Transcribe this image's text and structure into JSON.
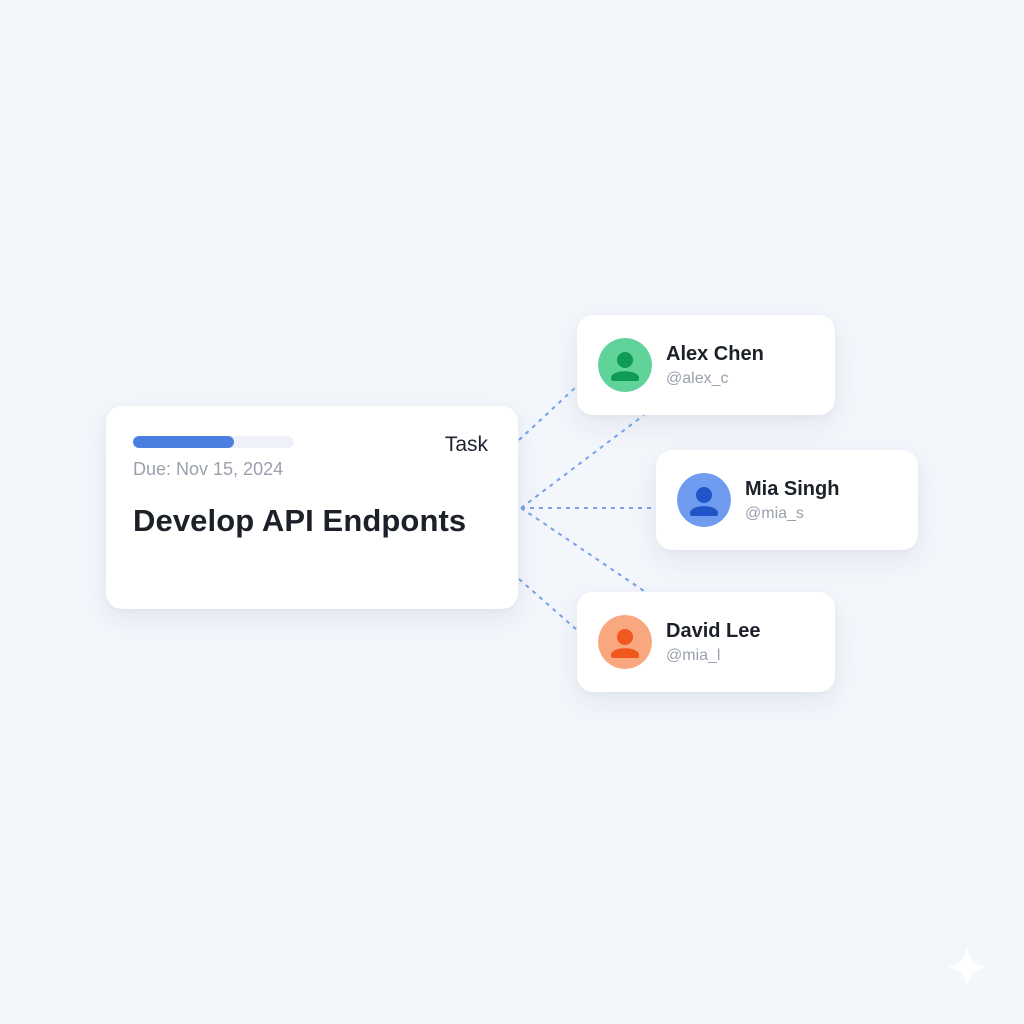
{
  "colors": {
    "background": "#f3f6fb",
    "accent": "#4a7fe0",
    "connector": "#7aa2e8"
  },
  "task": {
    "tag": "Task",
    "due": "Due: Nov 15, 2024",
    "title": "Develop API Endponts",
    "progress": 0.63
  },
  "assignees": [
    {
      "name": "Alex Chen",
      "handle": "@alex_c",
      "avatar_icon": "user-icon",
      "avatar_bg": "#5fd39a",
      "avatar_fg": "#0f9a55"
    },
    {
      "name": "Mia Singh",
      "handle": "@mia_s",
      "avatar_icon": "user-icon",
      "avatar_bg": "#6f9cf0",
      "avatar_fg": "#1f55c8"
    },
    {
      "name": "David Lee",
      "handle": "@mia_l",
      "avatar_icon": "user-icon",
      "avatar_bg": "#f9a77e",
      "avatar_fg": "#f2581d"
    }
  ],
  "decor": {
    "corner_icon": "sparkle-icon"
  }
}
